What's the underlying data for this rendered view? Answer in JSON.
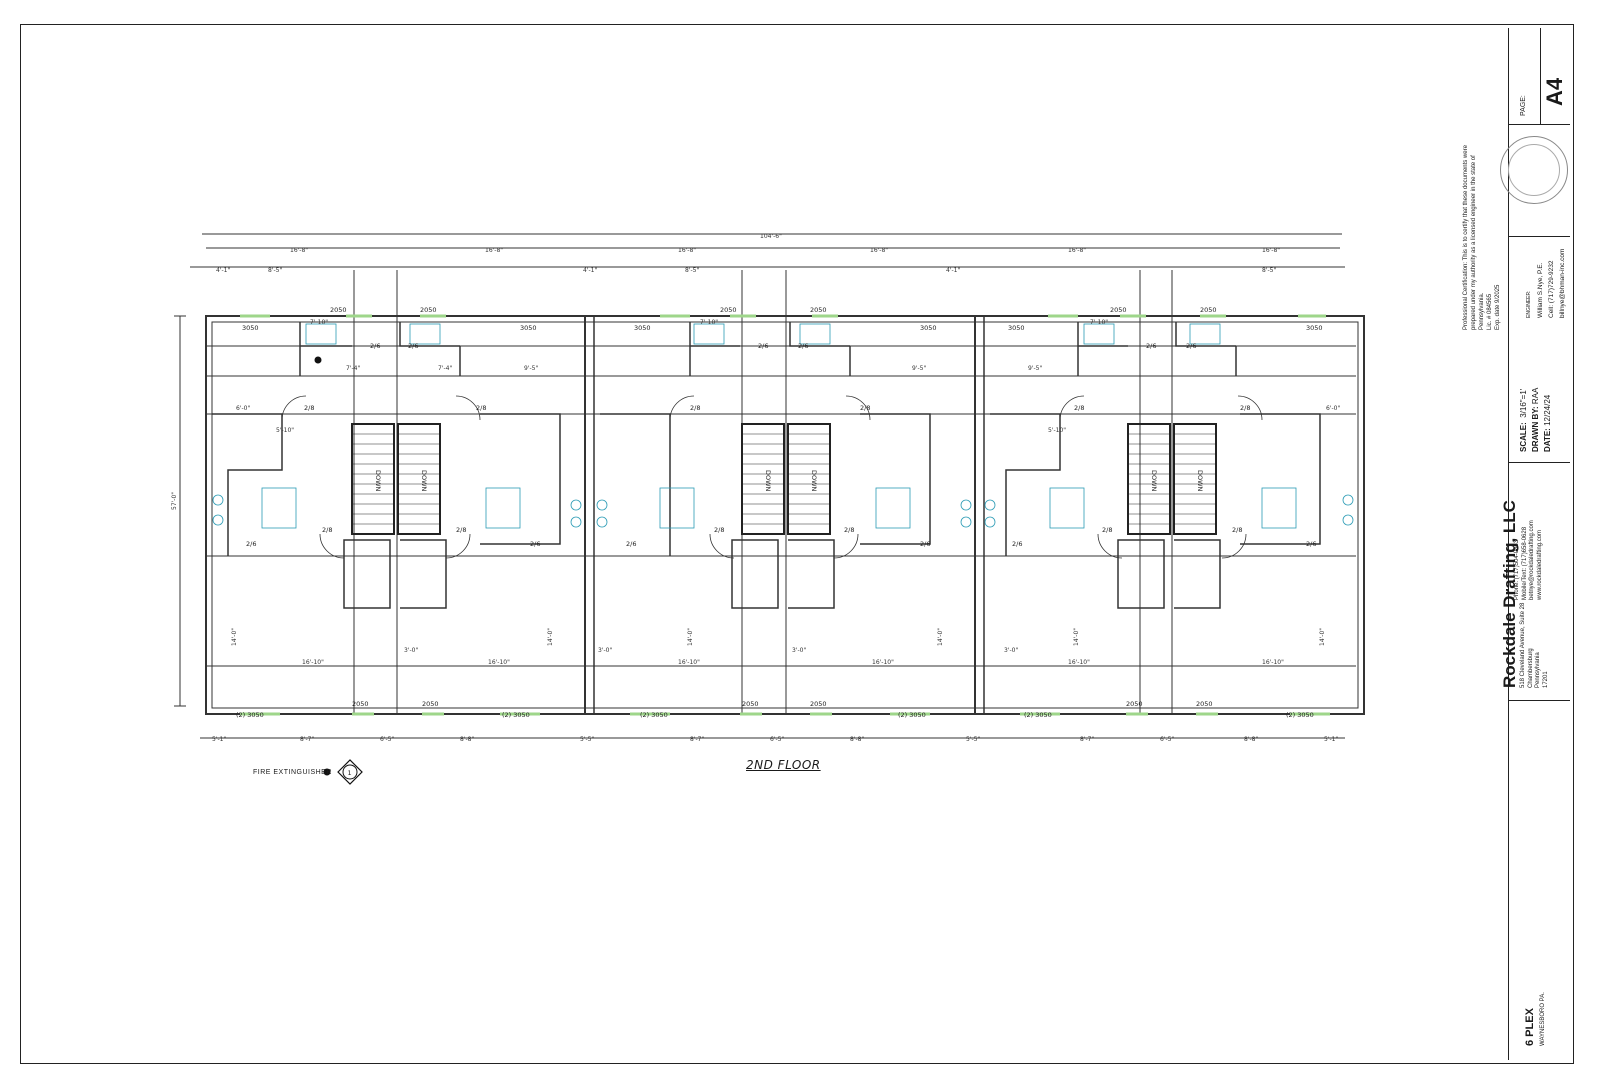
{
  "drawing": {
    "floor_title": "2ND FLOOR",
    "overall_width_dim": "104'-6\"",
    "overall_depth_dim": "57'-0\"",
    "legend": {
      "fire_extinguisher_label": "FIRE EXTINGUISHER",
      "marker_number": "1"
    },
    "window_labels": [
      "2050",
      "3050",
      "(2) 3050"
    ],
    "door_labels": [
      "2/8",
      "2/6"
    ],
    "stair_label": "DOWN",
    "unit_width_dims": [
      "16'-8\"",
      "16'-8\"",
      "16'-8\"",
      "16'-8\"",
      "16'-8\"",
      "16'-8\""
    ],
    "top_segment_dims": [
      "4'-1\"",
      "8'-5\"",
      "4'-1\"",
      "8'-5\"",
      "4'-1\"",
      "8'-5\""
    ],
    "bottom_segment_dims": [
      "5'-1\"",
      "8'-7\"",
      "6'-5\"",
      "8'-8\"",
      "5'-5\"",
      "8'-7\"",
      "6'-5\"",
      "8'-8\"",
      "5'-5\"",
      "8'-7\"",
      "6'-5\"",
      "8'-8\"",
      "5'-1\""
    ],
    "room_dims": [
      "7'-10\"",
      "7'-4\"",
      "9'-5\"",
      "6'-0\"",
      "5'-10\"",
      "14'-0\"",
      "16'-10\"",
      "3'-0\""
    ]
  },
  "title_block": {
    "company": "Rockdale Drafting, LLC",
    "address_1": "518 Cleveland Avenue, Suite 28",
    "address_2": "Chambersburg",
    "address_3": "Pennsylvania",
    "address_4": "17201",
    "phone": "Phone: (717)504-0853",
    "mobile": "Mobile/Text: (717)658-0628",
    "email": "betnye@rockdaledrafting.com",
    "website": "www.rockdaledrafting.com",
    "scale_label": "SCALE:",
    "scale_value": "3/16\"=1'",
    "drawn_by_label": "DRAWN BY:",
    "drawn_by_value": "RAA",
    "date_label": "DATE:",
    "date_value": "12/24/24",
    "engineer_label": "ENGINEER:",
    "engineer_name": "William S.Nye, P.E.",
    "engineer_cell": "Cell: (717)729-9232",
    "engineer_email": "billnye@bhman-inc.com",
    "certification_1": "Professional Certification: This is to certify that these documents were",
    "certification_2": "prepared under my authority as a licensed engineer in the state of",
    "certification_3": "Pennsylvania.",
    "certification_4": "Lic. # 084565",
    "certification_5": "Exp. date 9/2025",
    "page_label": "PAGE:",
    "page_number": "A4",
    "project_name": "6 PLEX",
    "project_location": "WAYNESBORO PA."
  }
}
